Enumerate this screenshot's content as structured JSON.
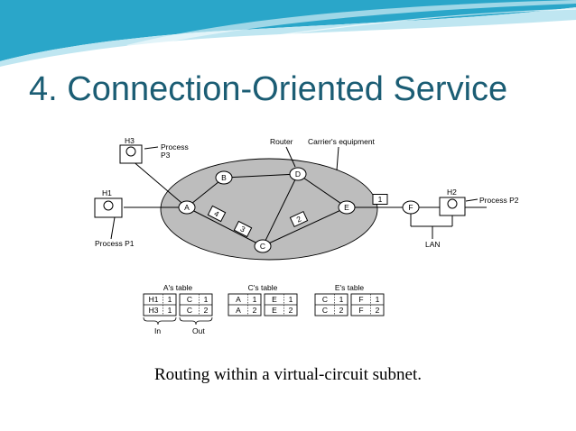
{
  "slide": {
    "title": "4. Connection-Oriented Service",
    "caption": "Routing within a virtual-circuit subnet.",
    "theme_colors": {
      "title": "#1b5d74",
      "banner_dark": "#2aa6c9",
      "banner_light": "#bfe6f1",
      "carrier_fill": "#bdbdbd"
    }
  },
  "diagram": {
    "labels": {
      "h3": "H3",
      "process_p3_line1": "Process",
      "process_p3_line2": "P3",
      "router": "Router",
      "carrier": "Carrier's equipment",
      "h1": "H1",
      "process_p1": "Process P1",
      "h2": "H2",
      "process_p2": "Process P2",
      "lan": "LAN"
    },
    "routers": {
      "a": "A",
      "b": "B",
      "c": "C",
      "d": "D",
      "e": "E",
      "f": "F"
    },
    "packets": {
      "p4": "4",
      "p3": "3",
      "p2": "2",
      "p1": "1"
    },
    "tables": [
      {
        "title": "A's table",
        "rows": [
          [
            "H1",
            "1",
            "C",
            "1"
          ],
          [
            "H3",
            "1",
            "C",
            "2"
          ]
        ]
      },
      {
        "title": "C's table",
        "rows": [
          [
            "A",
            "1",
            "E",
            "1"
          ],
          [
            "A",
            "2",
            "E",
            "2"
          ]
        ]
      },
      {
        "title": "E's table",
        "rows": [
          [
            "C",
            "1",
            "F",
            "1"
          ],
          [
            "C",
            "2",
            "F",
            "2"
          ]
        ]
      }
    ],
    "in_label": "In",
    "out_label": "Out"
  }
}
